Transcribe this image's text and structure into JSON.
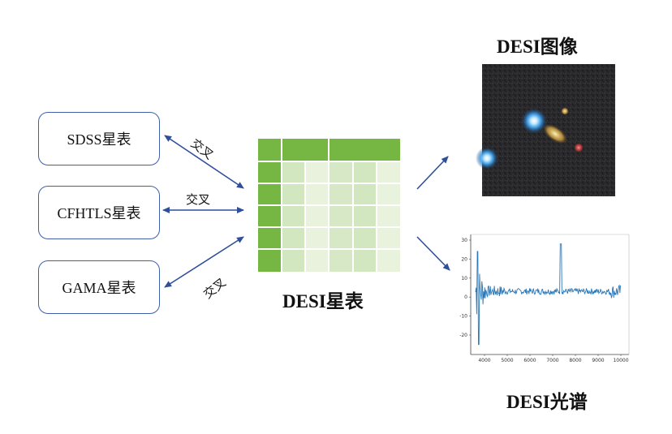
{
  "catalogs": [
    {
      "label": "SDSS星表"
    },
    {
      "label": "CFHTLS星表"
    },
    {
      "label": "GAMA星表"
    }
  ],
  "edges": [
    {
      "label": "交叉"
    },
    {
      "label": "交叉"
    },
    {
      "label": "交叉"
    }
  ],
  "desi_catalog": {
    "label": "DESI星表"
  },
  "desi_image": {
    "label": "DESI图像"
  },
  "desi_spectrum": {
    "label": "DESI光谱",
    "y_ticks": [
      "30",
      "20",
      "10",
      "0",
      "-10",
      "-20"
    ],
    "x_ticks": [
      "4000",
      "5000",
      "6000",
      "7000",
      "8000",
      "9000",
      "10000"
    ]
  },
  "colors": {
    "box_border": "#3f5fa8",
    "arrow": "#2f4f9a",
    "table_header": "#76b643",
    "table_cell_light": "#e8f2dd",
    "table_cell_mid": "#d2e6c0",
    "spectrum_line": "#2a78b8"
  }
}
